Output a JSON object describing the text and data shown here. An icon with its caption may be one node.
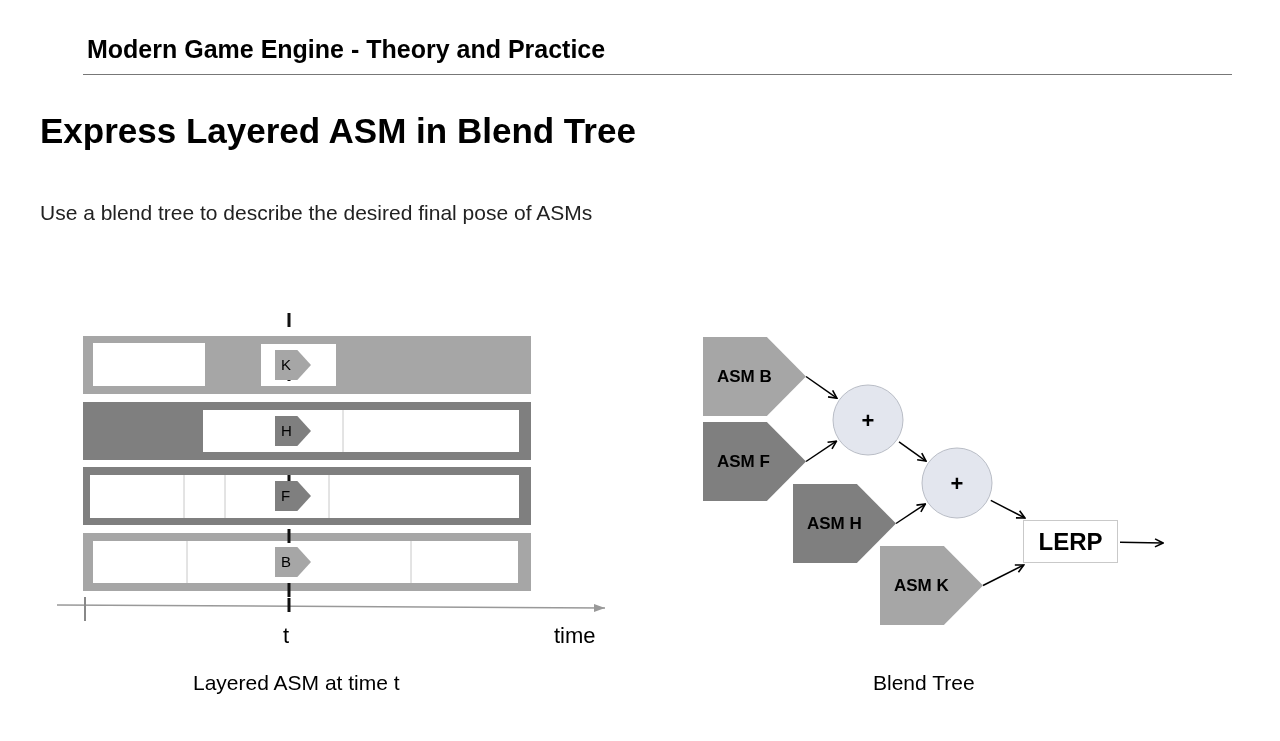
{
  "diagram": {
    "title": "Express Layered ASM in Blend Tree",
    "nodes": [
      {
        "text": [
          "K"
        ]
      },
      {
        "text": [
          "H"
        ]
      },
      {
        "text": [
          "F"
        ]
      },
      {
        "text": [
          "B"
        ]
      },
      {
        "text": [
          "ASM B"
        ]
      },
      {
        "text": [
          "ASM F"
        ]
      },
      {
        "text": [
          "+"
        ]
      },
      {
        "text": [
          "ASM H"
        ]
      },
      {
        "text": [
          "+"
        ]
      },
      {
        "text": [
          "ASM K"
        ]
      },
      {
        "text": [
          "LERP"
        ]
      }
    ],
    "edges": [
      {
        "from": 4,
        "to": 6,
        "arrow": "to"
      },
      {
        "from": 5,
        "to": 6,
        "arrow": "to"
      },
      {
        "from": 6,
        "to": 8,
        "arrow": "to"
      },
      {
        "from": 7,
        "to": 8,
        "arrow": "to"
      },
      {
        "from": 8,
        "to": 10,
        "arrow": "to"
      },
      {
        "from": 9,
        "to": 10,
        "arrow": "to"
      },
      {
        "from": 10,
        "to": null,
        "arrow": "to"
      }
    ],
    "labels": [
      "Modern Game Engine - Theory and Practice",
      "Use a blend tree to describe the desired final pose of ASMs",
      "t",
      "time",
      "Layered ASM at time t",
      "Blend Tree"
    ]
  }
}
